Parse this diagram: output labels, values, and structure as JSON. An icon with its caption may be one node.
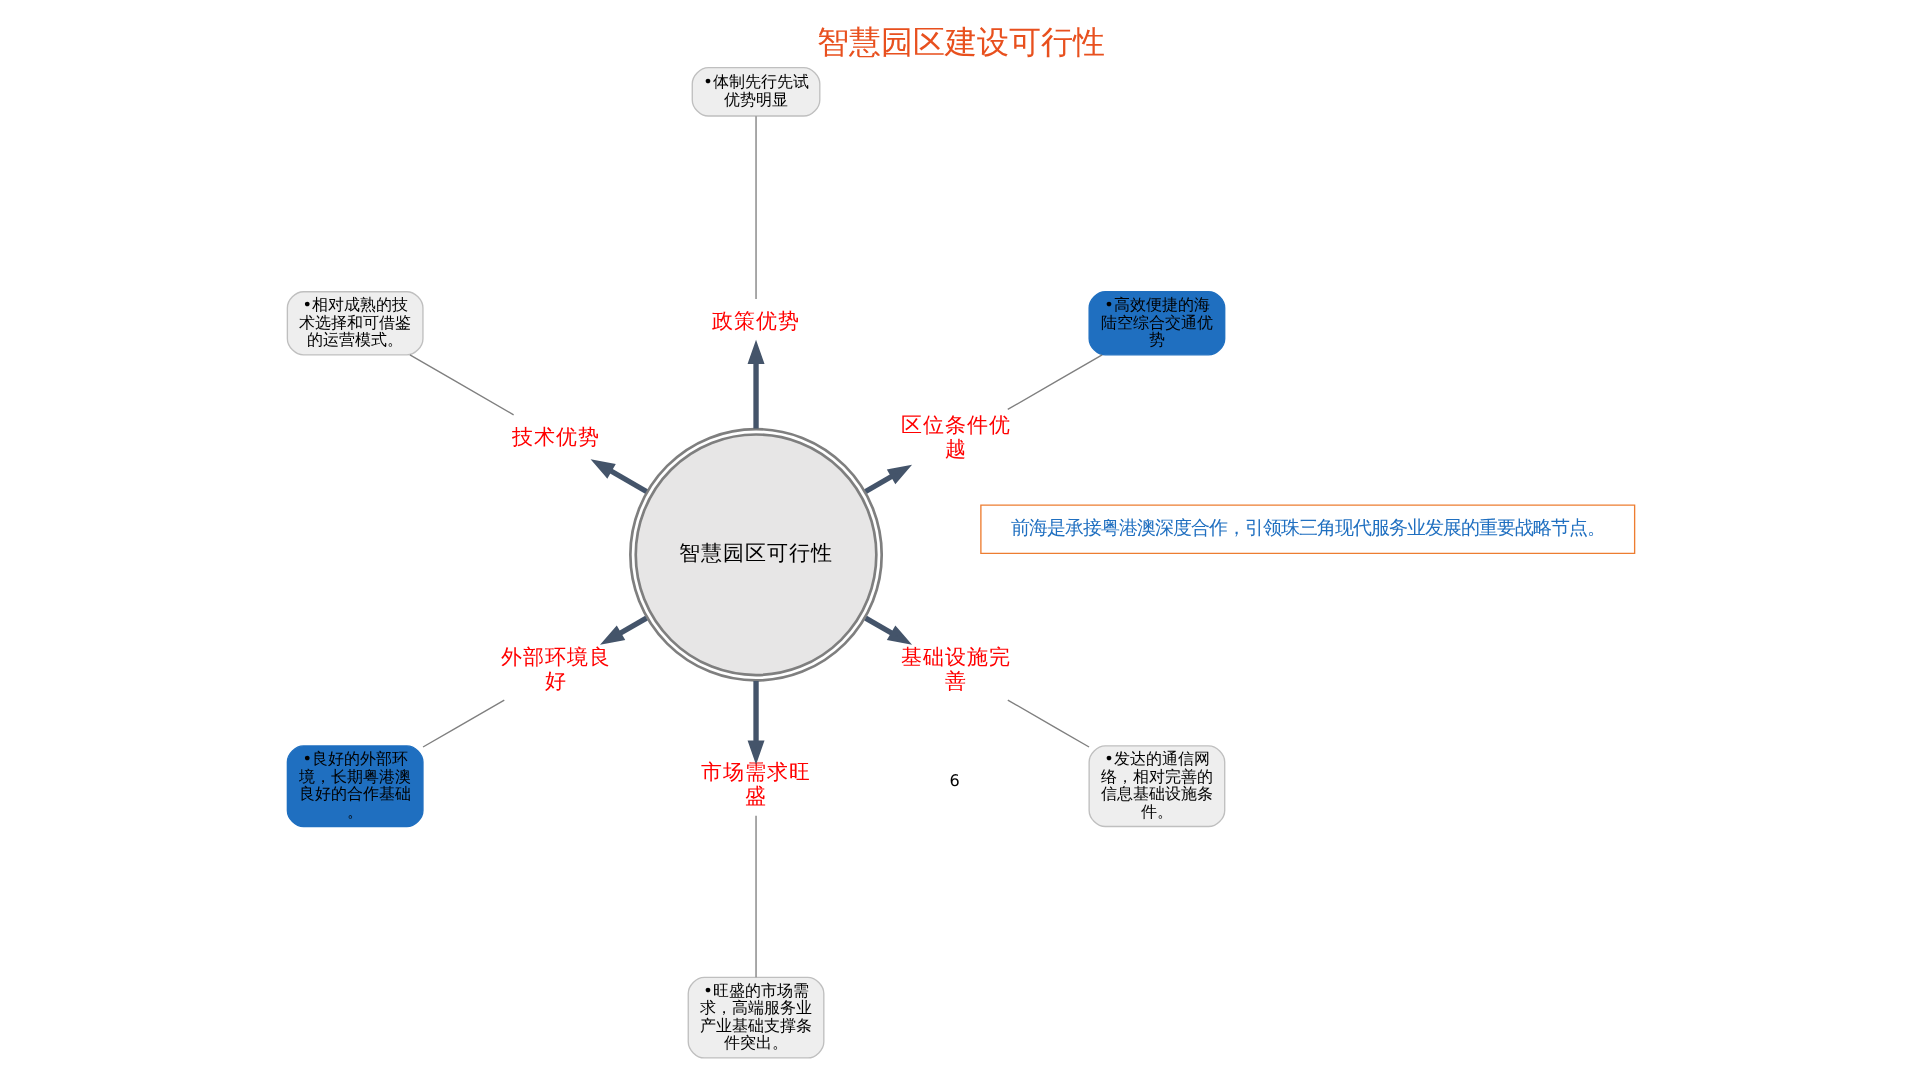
{
  "diagram": {
    "title": "智慧园区建设可行性",
    "nodes": [
      {
        "text": [
          "智慧园区可行性"
        ]
      },
      {
        "text": [
          "区位条件优越"
        ]
      },
      {
        "text": [
          "•高效便捷的海陆空综合交通优势"
        ]
      },
      {
        "text": [
          "政策优势"
        ]
      },
      {
        "text": [
          "•体制先行先试优势明显"
        ]
      },
      {
        "text": [
          "技术优势"
        ]
      },
      {
        "text": [
          "•相对成熟的技术选择和可借鉴的运营模式。"
        ]
      },
      {
        "text": [
          "外部环境良好"
        ]
      },
      {
        "text": [
          "•良好的外部环境，长期粤港澳良好的合作基础。"
        ]
      },
      {
        "text": [
          "市场需求旺盛"
        ]
      },
      {
        "text": [
          "•旺盛的市场需求，高端服务业产业基础支撑条件突出。"
        ]
      },
      {
        "text": [
          "基础设施完善"
        ]
      },
      {
        "text": [
          "•发达的通信网络，相对完善的信息基础设施条件。"
        ]
      }
    ],
    "edges": [
      {
        "from": 0,
        "to": 1,
        "arrow": "to",
        "style": "thick",
        "color": "#44546a"
      },
      {
        "from": 0,
        "to": 3,
        "arrow": "to",
        "style": "thick",
        "color": "#44546a"
      },
      {
        "from": 0,
        "to": 9,
        "arrow": "to",
        "style": "thick",
        "color": "#44546a"
      },
      {
        "from": 0,
        "to": 11,
        "arrow": "to",
        "style": "thick",
        "color": "#44546a"
      },
      {
        "from": 0,
        "to": 7,
        "arrow": "to",
        "style": "thick",
        "color": "#44546a"
      },
      {
        "from": 0,
        "to": 5,
        "arrow": "to",
        "style": "thick",
        "color": "#44546a"
      },
      {
        "from": 2,
        "to": 1,
        "arrow": "none"
      },
      {
        "from": 4,
        "to": 3,
        "arrow": "none"
      },
      {
        "from": 10,
        "to": 9,
        "arrow": "none"
      },
      {
        "from": 12,
        "to": 11,
        "arrow": "none"
      },
      {
        "from": 8,
        "to": 7,
        "arrow": "none"
      },
      {
        "from": 6,
        "to": 5,
        "arrow": "none"
      }
    ],
    "labels": [
      "前海是承接粤港澳深度合作，引领珠三角现代服务业发展的重要战略节点。",
      "6"
    ]
  }
}
